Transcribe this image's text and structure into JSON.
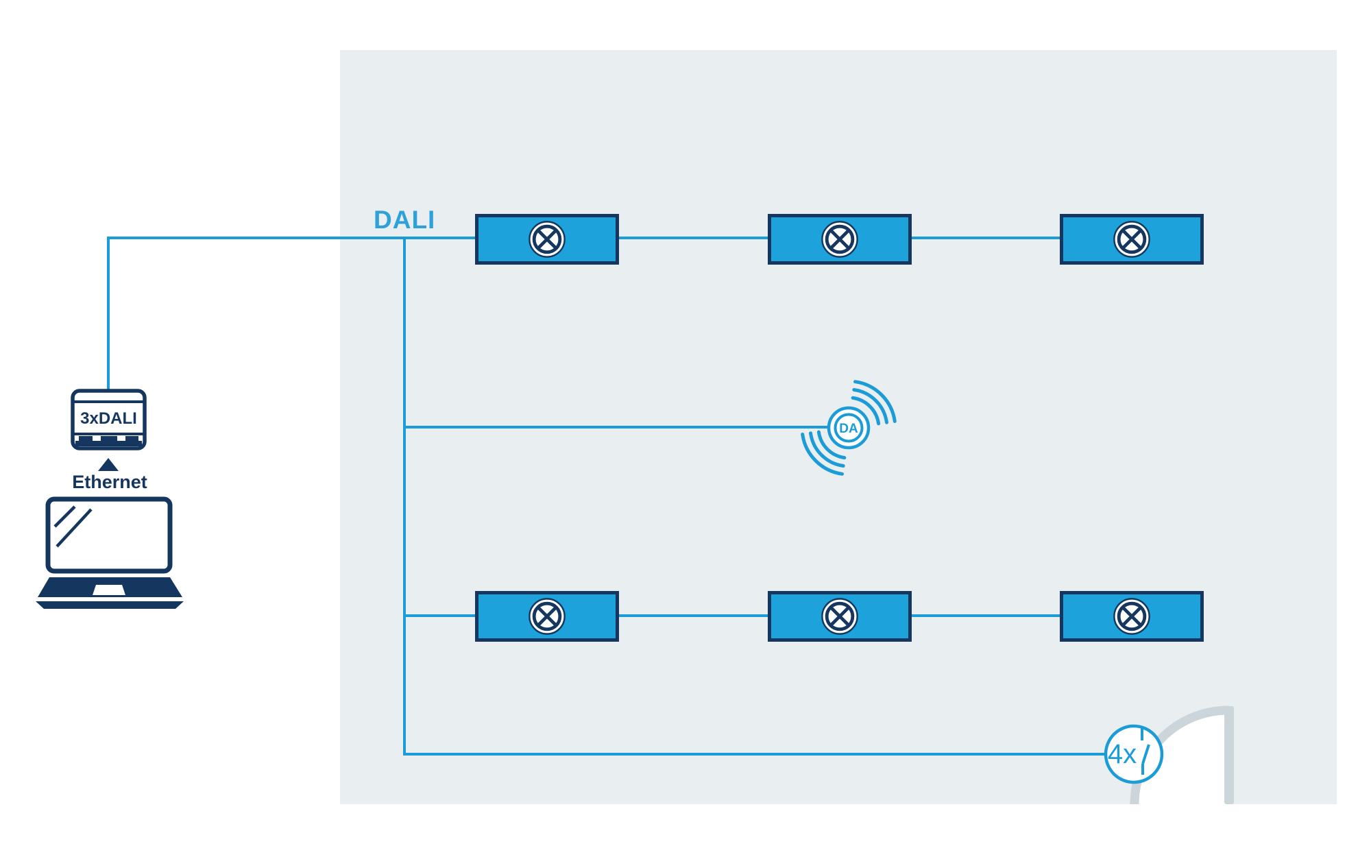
{
  "diagram": {
    "bus_label": "DALI",
    "gateway": {
      "label": "3xDALI",
      "connection_label": "Ethernet"
    },
    "sensor": {
      "label": "DA"
    },
    "wall_switch": {
      "label": "4x"
    },
    "luminaires": {
      "top_row_count": 3,
      "bottom_row_count": 3,
      "total": 6
    }
  },
  "icons": {
    "gateway": "din-rail-module-icon",
    "laptop": "laptop-icon",
    "luminaire": "lamp-circle-x-icon",
    "sensor": "wireless-sensor-icon",
    "wall_switch": "switch-icon",
    "door": "door-swing-icon",
    "arrow": "up-triangle-icon"
  },
  "colors": {
    "wire_blue": "#1b9cd8",
    "label_blue": "#2ea1d8",
    "navy": "#14365f",
    "luminaire_fill": "#1da2dc",
    "room_gray": "#e9eef1",
    "door_gray": "#cbd5da",
    "background": "#ffffff"
  }
}
